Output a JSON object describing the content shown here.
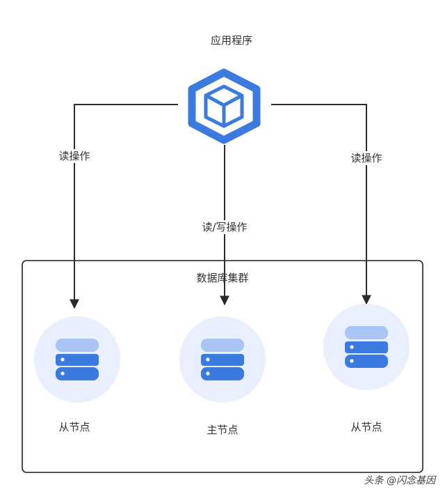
{
  "app": {
    "label": "应用程序",
    "icon": "cube-hexagon-icon"
  },
  "edges": {
    "left_label": "读操作",
    "center_label": "读/写操作",
    "right_label": "读操作"
  },
  "cluster": {
    "title": "数据库集群",
    "nodes": [
      {
        "label": "从节点",
        "icon": "database-icon"
      },
      {
        "label": "主节点",
        "icon": "database-icon"
      },
      {
        "label": "从节点",
        "icon": "database-icon"
      }
    ]
  },
  "watermark": "头条 @闪念基因",
  "colors": {
    "accent_blue": "#3b7be0",
    "light_blue": "#a8c5f5",
    "node_circle": "#e9effc",
    "line": "#2a2a2a"
  }
}
